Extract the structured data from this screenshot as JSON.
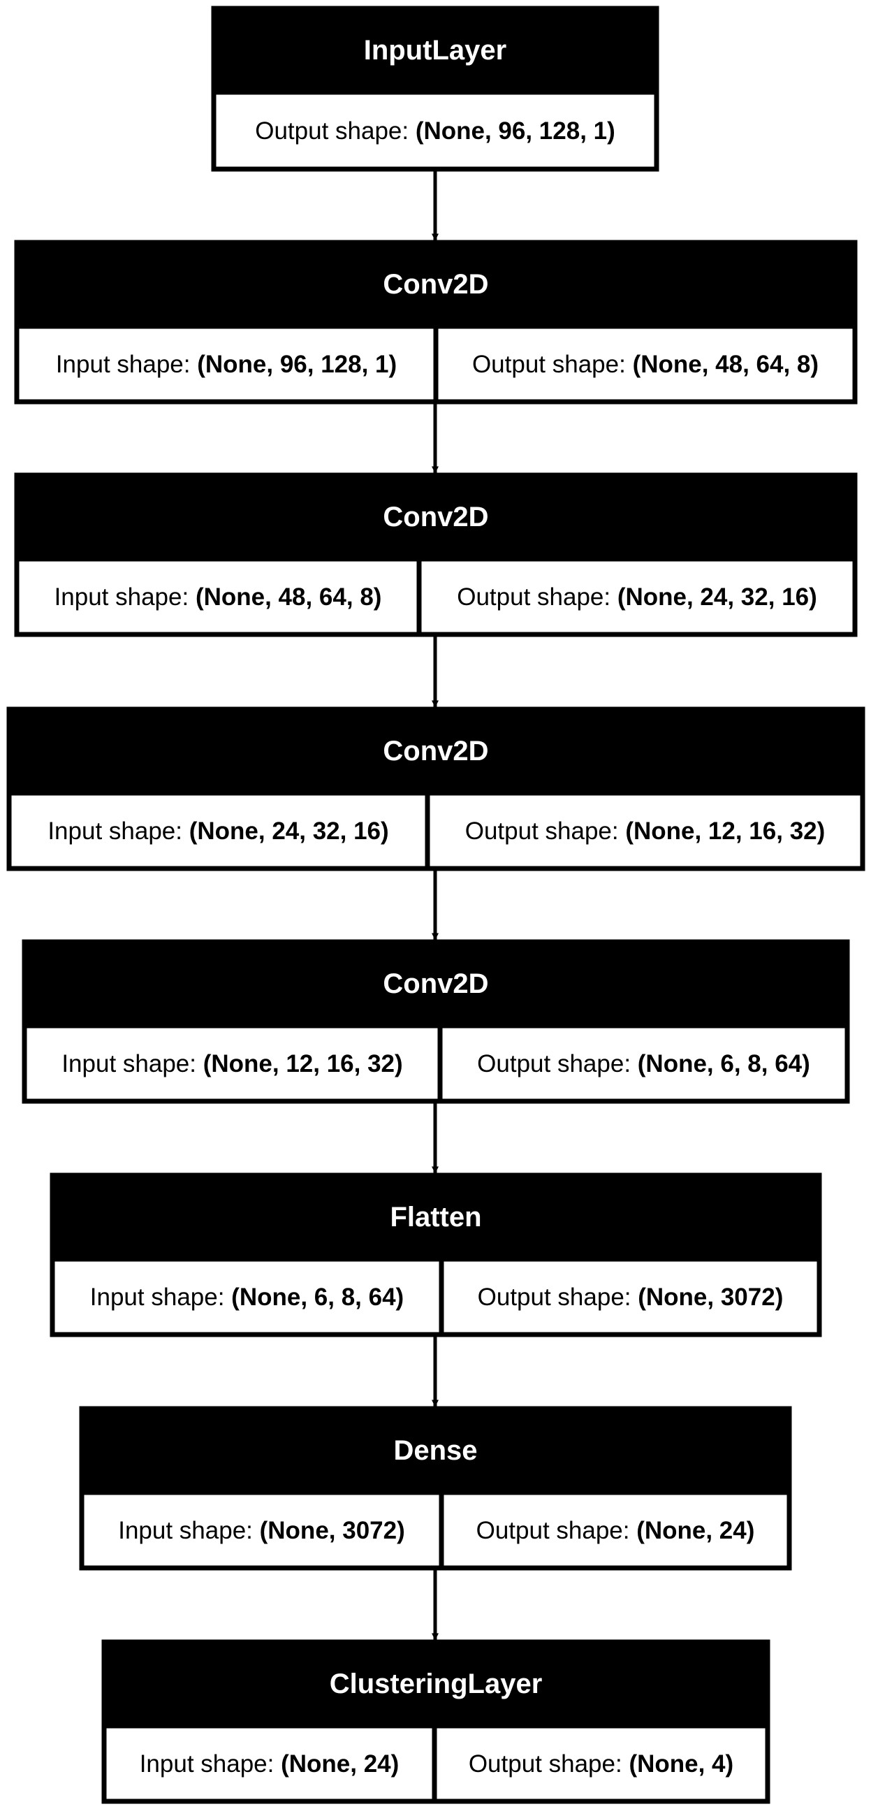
{
  "labels": {
    "input_shape": "Input shape: ",
    "output_shape": "Output shape: "
  },
  "colors": {
    "header": "#000000",
    "body": "#ffffff",
    "border": "#000000",
    "header_text": "#ffffff",
    "text": "#000000"
  },
  "layers": [
    {
      "name": "InputLayer",
      "input_shape": null,
      "output_shape": "(None, 96, 128, 1)"
    },
    {
      "name": "Conv2D",
      "input_shape": "(None, 96, 128, 1)",
      "output_shape": "(None, 48, 64, 8)"
    },
    {
      "name": "Conv2D",
      "input_shape": "(None, 48, 64, 8)",
      "output_shape": "(None, 24, 32, 16)"
    },
    {
      "name": "Conv2D",
      "input_shape": "(None, 24, 32, 16)",
      "output_shape": "(None, 12, 16, 32)"
    },
    {
      "name": "Conv2D",
      "input_shape": "(None, 12, 16, 32)",
      "output_shape": "(None, 6, 8, 64)"
    },
    {
      "name": "Flatten",
      "input_shape": "(None, 6, 8, 64)",
      "output_shape": "(None, 3072)"
    },
    {
      "name": "Dense",
      "input_shape": "(None, 3072)",
      "output_shape": "(None, 24)"
    },
    {
      "name": "ClusteringLayer",
      "input_shape": "(None, 24)",
      "output_shape": "(None, 4)"
    }
  ]
}
